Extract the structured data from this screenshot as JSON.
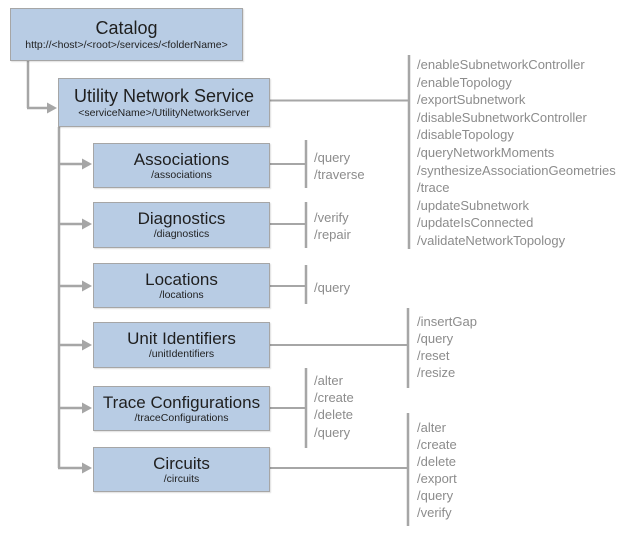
{
  "diagram": {
    "nodes": {
      "catalog": {
        "title": "Catalog",
        "subtitle": "http://<host>/<root>/services/<folderName>"
      },
      "utility_network_service": {
        "title": "Utility Network Service",
        "subtitle": "<serviceName>/UtilityNetworkServer"
      },
      "associations": {
        "title": "Associations",
        "subtitle": "/associations"
      },
      "diagnostics": {
        "title": "Diagnostics",
        "subtitle": "/diagnostics"
      },
      "locations": {
        "title": "Locations",
        "subtitle": "/locations"
      },
      "unit_identifiers": {
        "title": "Unit Identifiers",
        "subtitle": "/unitIdentifiers"
      },
      "trace_configurations": {
        "title": "Trace Configurations",
        "subtitle": "/traceConfigurations"
      },
      "circuits": {
        "title": "Circuits",
        "subtitle": "/circuits"
      }
    },
    "operations": {
      "utility_network_service": [
        "/enableSubnetworkController",
        "/enableTopology",
        "/exportSubnetwork",
        "/disableSubnetworkController",
        "/disableTopology",
        "/queryNetworkMoments",
        "/synthesizeAssociationGeometries",
        "/trace",
        "/updateSubnetwork",
        "/updateIsConnected",
        "/validateNetworkTopology"
      ],
      "associations": [
        "/query",
        "/traverse"
      ],
      "diagnostics": [
        "/verify",
        "/repair"
      ],
      "locations": [
        "/query"
      ],
      "unit_identifiers": [
        "/insertGap",
        "/query",
        "/reset",
        "/resize"
      ],
      "trace_configurations": [
        "/alter",
        "/create",
        "/delete",
        "/query"
      ],
      "circuits": [
        "/alter",
        "/create",
        "/delete",
        "/export",
        "/query",
        "/verify"
      ]
    },
    "colors": {
      "box_fill": "#b8cce4",
      "box_border": "#a6a6a6",
      "connector": "#a6a6a6",
      "title_text": "#1f1f1f",
      "operation_text": "#8c8c8c"
    }
  }
}
